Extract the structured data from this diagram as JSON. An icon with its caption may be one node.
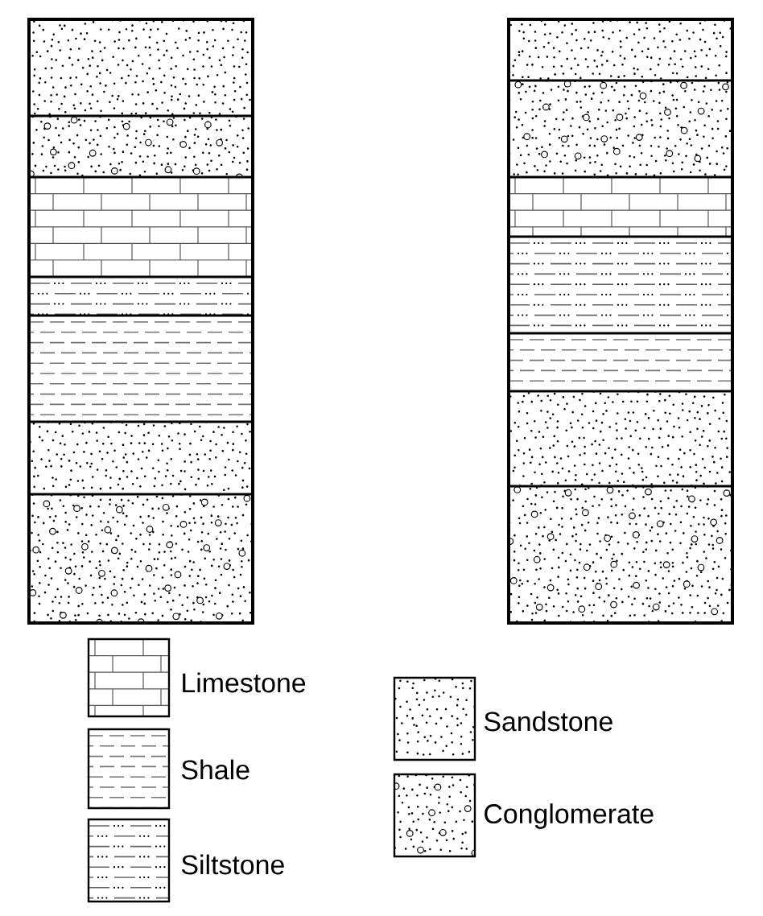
{
  "diagram": {
    "legend": [
      {
        "text": "Limestone"
      },
      {
        "text": "Shale"
      },
      {
        "text": "Siltstone"
      },
      {
        "text": "Sandstone"
      },
      {
        "text": "Conglomerate"
      }
    ]
  }
}
